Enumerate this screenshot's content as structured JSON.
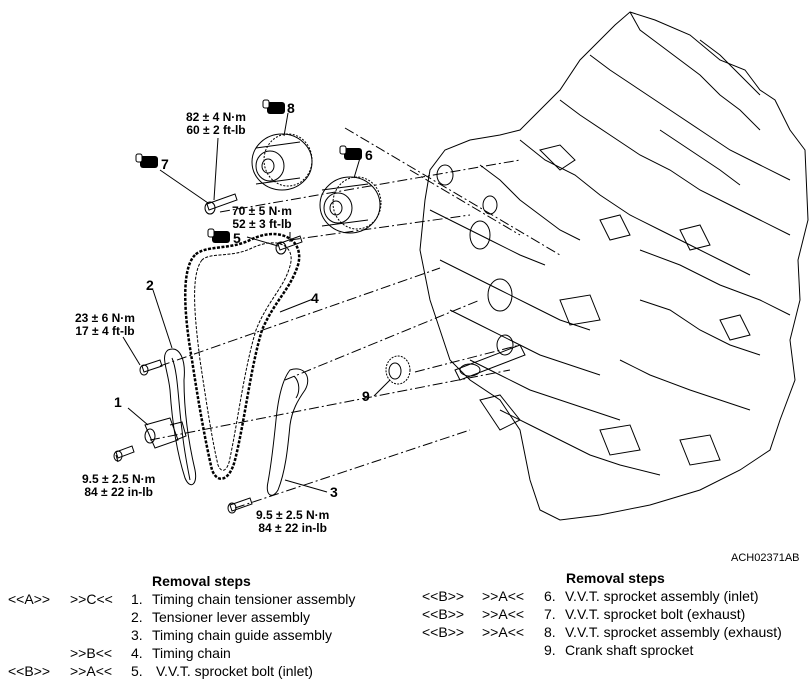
{
  "figure": {
    "code": "ACH02371AB",
    "callouts": {
      "p1": "1",
      "p2": "2",
      "p3": "3",
      "p4": "4",
      "p5": "5",
      "p6": "6",
      "p7": "7",
      "p8": "8",
      "p9": "9"
    },
    "torques": {
      "t8": [
        "82 ± 4 N·m",
        "60 ± 2 ft-lb"
      ],
      "t5": [
        "70 ± 5 N·m",
        "52 ± 3 ft-lb"
      ],
      "t2": [
        "23 ± 6 N·m",
        "17 ± 4 ft-lb"
      ],
      "t1": [
        "9.5 ± 2.5 N·m",
        "84 ± 22 in-lb"
      ],
      "t3": [
        "9.5 ± 2.5 N·m",
        "84 ± 22 in-lb"
      ]
    }
  },
  "left_steps": {
    "title": "Removal steps",
    "rows": [
      {
        "a": "<<A>>",
        "b": ">>C<<",
        "n": "1.",
        "text": "Timing chain tensioner assembly"
      },
      {
        "a": "",
        "b": "",
        "n": "2.",
        "text": "Tensioner lever assembly"
      },
      {
        "a": "",
        "b": "",
        "n": "3.",
        "text": "Timing chain guide assembly"
      },
      {
        "a": "",
        "b": ">>B<<",
        "n": "4.",
        "text": "Timing chain"
      },
      {
        "a": "<<B>>",
        "b": ">>A<<",
        "n": "5.",
        "text": "V.V.T. sprocket bolt (inlet)"
      }
    ]
  },
  "right_steps": {
    "title": "Removal steps",
    "rows": [
      {
        "a": "<<B>>",
        "b": ">>A<<",
        "n": "6.",
        "text": "V.V.T. sprocket assembly (inlet)"
      },
      {
        "a": "<<B>>",
        "b": ">>A<<",
        "n": "7.",
        "text": "V.V.T. sprocket bolt (exhaust)"
      },
      {
        "a": "<<B>>",
        "b": ">>A<<",
        "n": "8.",
        "text": "V.V.T. sprocket assembly (exhaust)"
      },
      {
        "a": "",
        "b": "",
        "n": "9.",
        "text": "Crank shaft sprocket"
      }
    ]
  }
}
